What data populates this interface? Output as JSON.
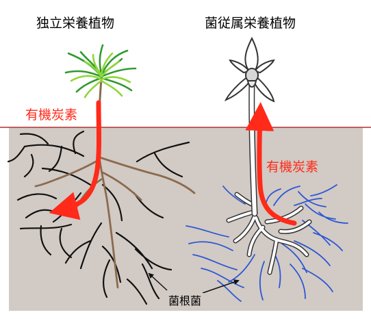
{
  "titles": {
    "left": "独立栄養植物",
    "right": "菌従属栄養植物"
  },
  "labels": {
    "carbon_left": "有機炭素",
    "carbon_right": "有機炭素",
    "mycorrhiza": "菌根菌"
  },
  "colors": {
    "soil": "#d2cac4",
    "ground_line": "#b03030",
    "arrow": "#ff2a1a",
    "plant_stem": "#8b6a4e",
    "needles_dark": "#2f9a2f",
    "needles_light": "#8fd63a",
    "fungal_hyphae_left": "#111111",
    "fungal_hyphae_right": "#2b57d6",
    "mycoheterotroph_outline": "#333333"
  }
}
